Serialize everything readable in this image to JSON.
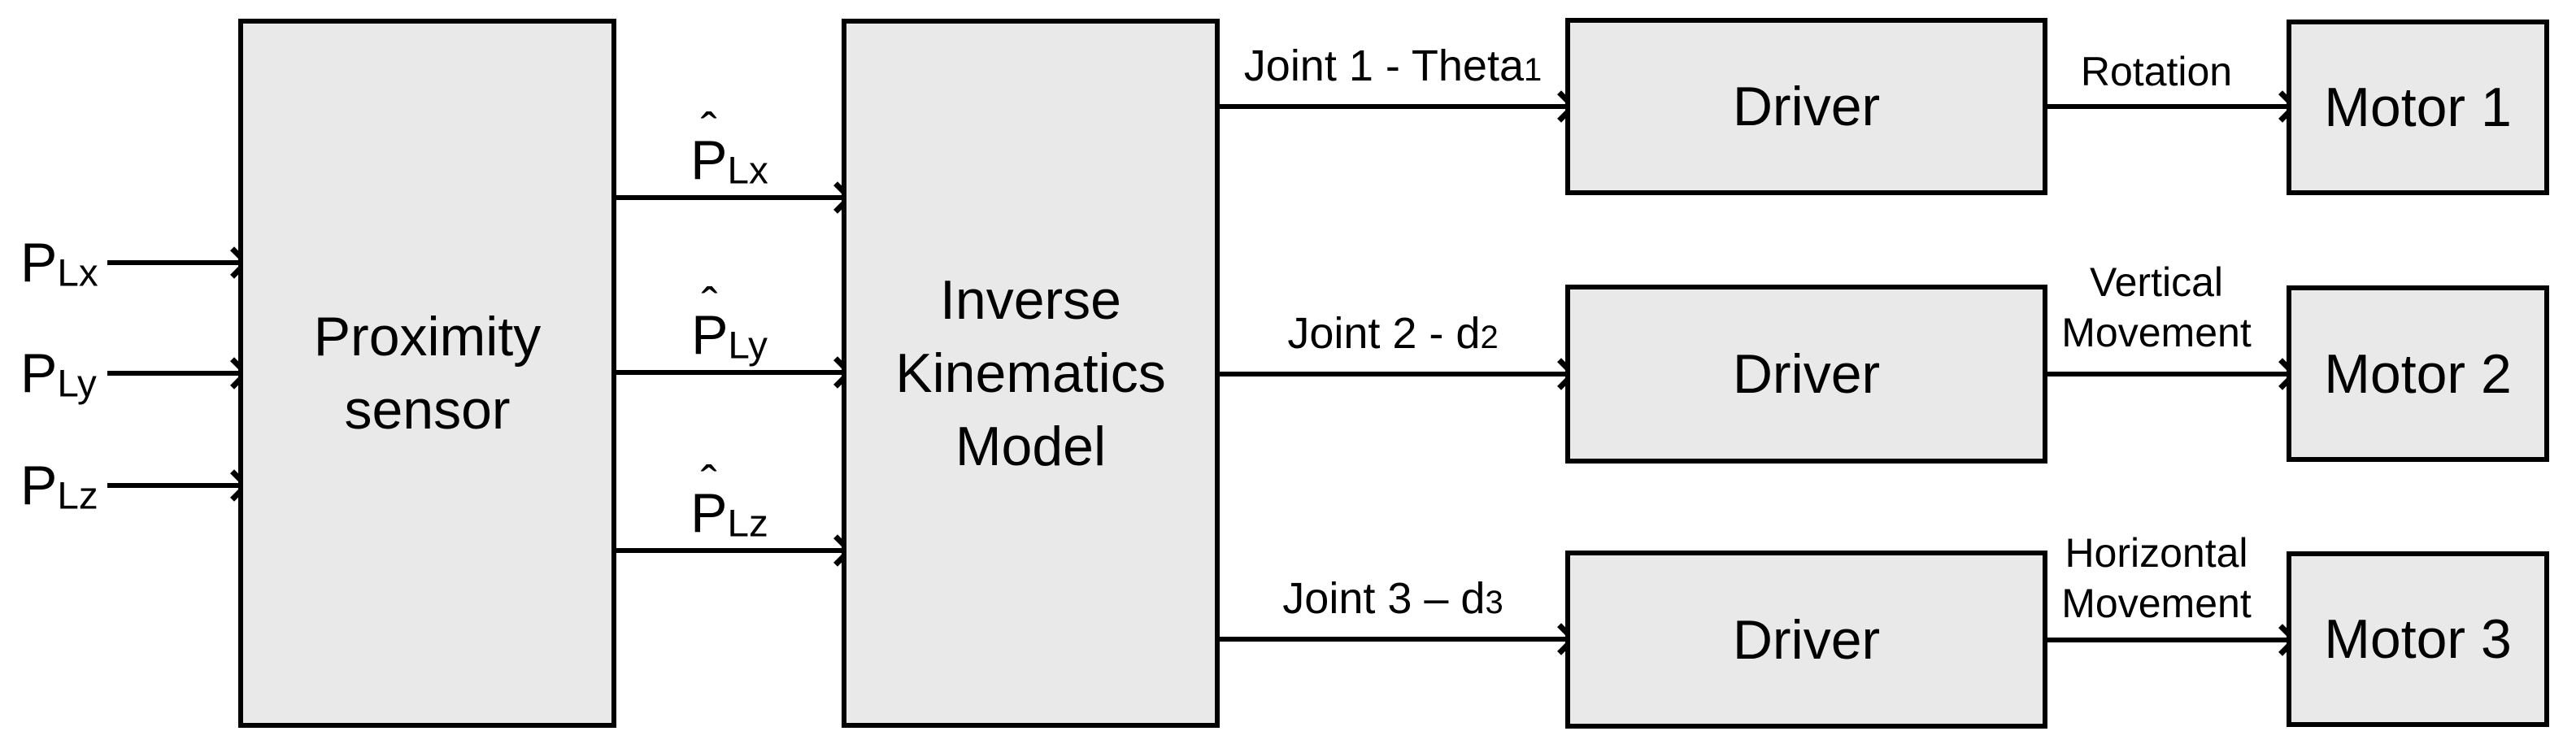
{
  "palette": {
    "background": "#ffffff",
    "box_fill": "#e9e9e9",
    "box_border": "#000000",
    "arrow": "#000000",
    "text": "#000000"
  },
  "inputs": [
    {
      "base": "P",
      "sub": "Lx"
    },
    {
      "base": "P",
      "sub": "Ly"
    },
    {
      "base": "P",
      "sub": "Lz"
    }
  ],
  "proximity_sensor": {
    "lines": [
      "Proximity",
      "sensor"
    ]
  },
  "estimates": [
    {
      "hat": "ˆ",
      "base": "P",
      "sub": "Lx"
    },
    {
      "hat": "ˆ",
      "base": "P",
      "sub": "Ly"
    },
    {
      "hat": "ˆ",
      "base": "P",
      "sub": "Lz"
    }
  ],
  "inverse_kinematics": {
    "lines": [
      "Inverse",
      "Kinematics",
      "Model"
    ]
  },
  "joints": [
    {
      "text": "Joint 1 - Theta",
      "sub": "1"
    },
    {
      "text": "Joint 2 - d",
      "sub": "2"
    },
    {
      "text": "Joint 3 – d",
      "sub": "3"
    }
  ],
  "drivers": [
    {
      "label": "Driver"
    },
    {
      "label": "Driver"
    },
    {
      "label": "Driver"
    }
  ],
  "movements": [
    {
      "lines": [
        "Rotation"
      ]
    },
    {
      "lines": [
        "Vertical",
        "Movement"
      ]
    },
    {
      "lines": [
        "Horizontal",
        "Movement"
      ]
    }
  ],
  "motors": [
    {
      "label": "Motor 1"
    },
    {
      "label": "Motor 2"
    },
    {
      "label": "Motor 3"
    }
  ]
}
